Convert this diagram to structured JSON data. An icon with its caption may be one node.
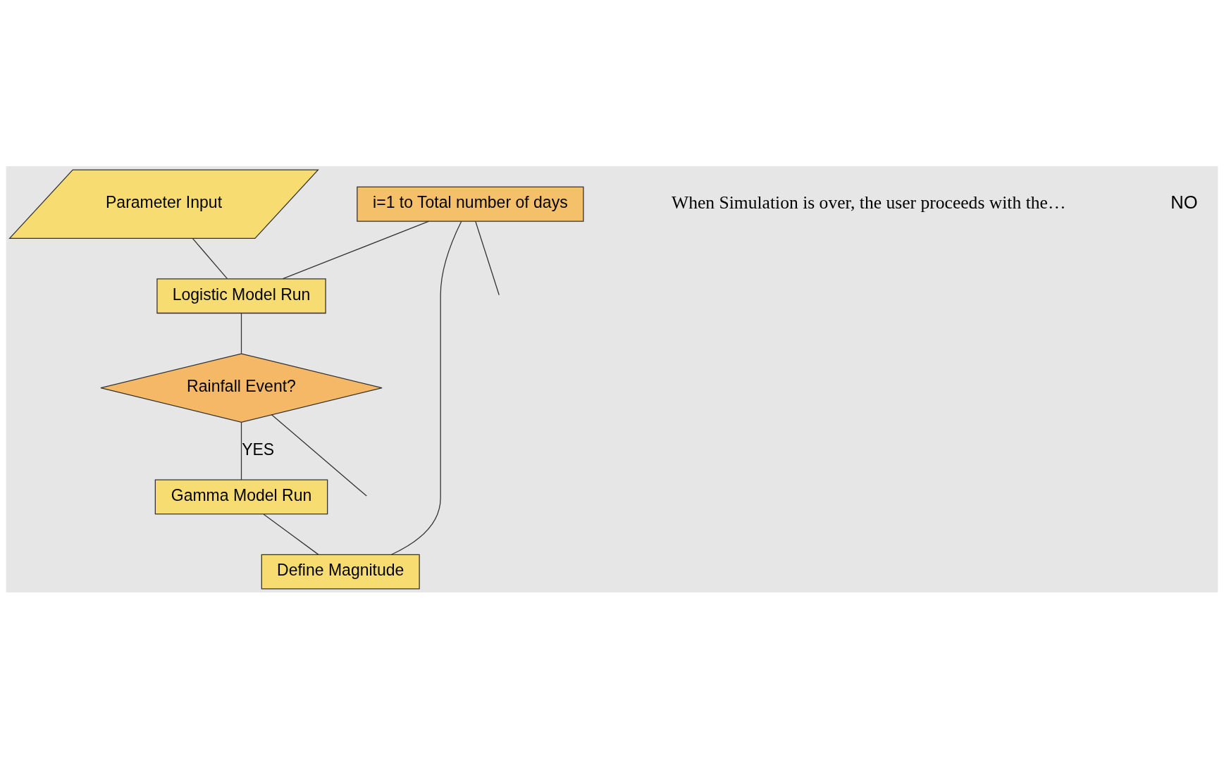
{
  "diagram": {
    "nodes": [
      {
        "text": [
          "Parameter Input"
        ]
      },
      {
        "text": [
          "i=1 to Total number of days"
        ]
      },
      {
        "text": [
          "Logistic Model Run"
        ]
      },
      {
        "text": [
          "Rainfall Event?"
        ]
      },
      {
        "text": [
          "Gamma Model Run"
        ]
      },
      {
        "text": [
          "Define Magnitude"
        ]
      }
    ],
    "edges": [
      {
        "from": 0,
        "to": 2,
        "arrow": "none"
      },
      {
        "from": 1,
        "to": 2,
        "arrow": "none"
      },
      {
        "from": 2,
        "to": 3,
        "arrow": "none"
      },
      {
        "from": 3,
        "to": 4,
        "arrow": "none",
        "label": "YES"
      },
      {
        "from": 4,
        "to": 5,
        "arrow": "none"
      },
      {
        "from": 1,
        "to": 5,
        "arrow": "none"
      },
      {
        "from": 1,
        "to": null,
        "arrow": "none"
      },
      {
        "from": 3,
        "to": null,
        "arrow": "none"
      }
    ],
    "labels": [
      "When Simulation is over, the user proceeds with the…",
      "NO"
    ]
  }
}
